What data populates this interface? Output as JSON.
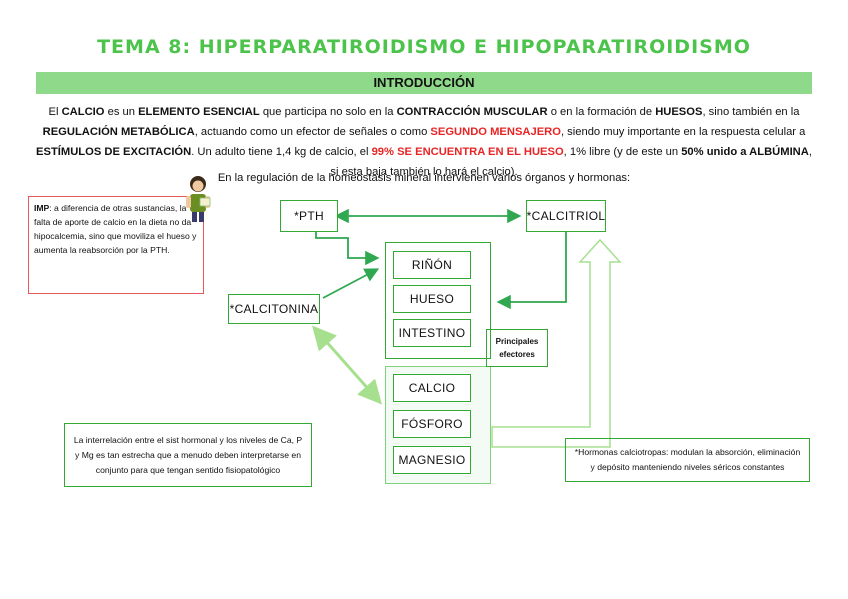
{
  "title": "TEMA 8: HIPERPARATIROIDISMO E HIPOPARATIROIDISMO",
  "section": "INTRODUCCIÓN",
  "intro": [
    {
      "t": "El ",
      "s": "n"
    },
    {
      "t": "CALCIO",
      "s": "b"
    },
    {
      "t": " es un ",
      "s": "n"
    },
    {
      "t": "ELEMENTO ESENCIAL",
      "s": "b"
    },
    {
      "t": " que participa no solo en la ",
      "s": "n"
    },
    {
      "t": "CONTRACCIÓN MUSCULAR",
      "s": "b"
    },
    {
      "t": " o en la formación de ",
      "s": "n"
    },
    {
      "t": "HUESOS",
      "s": "b"
    },
    {
      "t": ", sino también en la ",
      "s": "n"
    },
    {
      "t": "REGULACIÓN METABÓLICA",
      "s": "b"
    },
    {
      "t": ", actuando como un efector de señales o como ",
      "s": "n"
    },
    {
      "t": "SEGUNDO MENSAJERO",
      "s": "r"
    },
    {
      "t": ", siendo muy importante en la respuesta celular a ",
      "s": "n"
    },
    {
      "t": "ESTÍMULOS DE EXCITACIÓN",
      "s": "b"
    },
    {
      "t": ". Un adulto tiene 1,4 kg de calcio, el ",
      "s": "n"
    },
    {
      "t": "99% SE ENCUENTRA EN EL HUESO",
      "s": "r"
    },
    {
      "t": ", 1% libre  (y de este un ",
      "s": "n"
    },
    {
      "t": "50%",
      "s": "b"
    },
    {
      "t": " ",
      "s": "n"
    },
    {
      "t": "unido a ALBÚMINA",
      "s": "b"
    },
    {
      "t": ", si esta baja también lo hará el calcio).",
      "s": "n"
    }
  ],
  "regulation": "En la regulación de la homeostasis mineral intervienen varios órganos y hormonas:",
  "imp": {
    "label": "IMP",
    "text": ": a diferencia de otras sustancias, la falta de aporte de calcio en la dieta no da hipocalcemia, sino que moviliza el hueso y aumenta la reabsorción por la PTH."
  },
  "hormones": {
    "pth": "*PTH",
    "calcitriol": "*CALCITRIOL",
    "calcitonina": "*CALCITONINA"
  },
  "organs": [
    "RIÑÓN",
    "HUESO",
    "INTESTINO"
  ],
  "minerals": [
    "CALCIO",
    "FÓSFORO",
    "MAGNESIO"
  ],
  "effectors": "Principales efectores",
  "note_left": "La interrelación entre el sist hormonal y los niveles de Ca, P y Mg es tan estrecha que a menudo deben interpretarse en conjunto para que tengan sentido fisiopatológico",
  "note_right": "*Hormonas calciotropas: modulan la absorción, eliminación y depósito manteniendo niveles séricos constantes",
  "colors": {
    "green": "#33a833",
    "light_green": "#8fd98a",
    "red": "#e82424",
    "title": "#4cc44c"
  }
}
